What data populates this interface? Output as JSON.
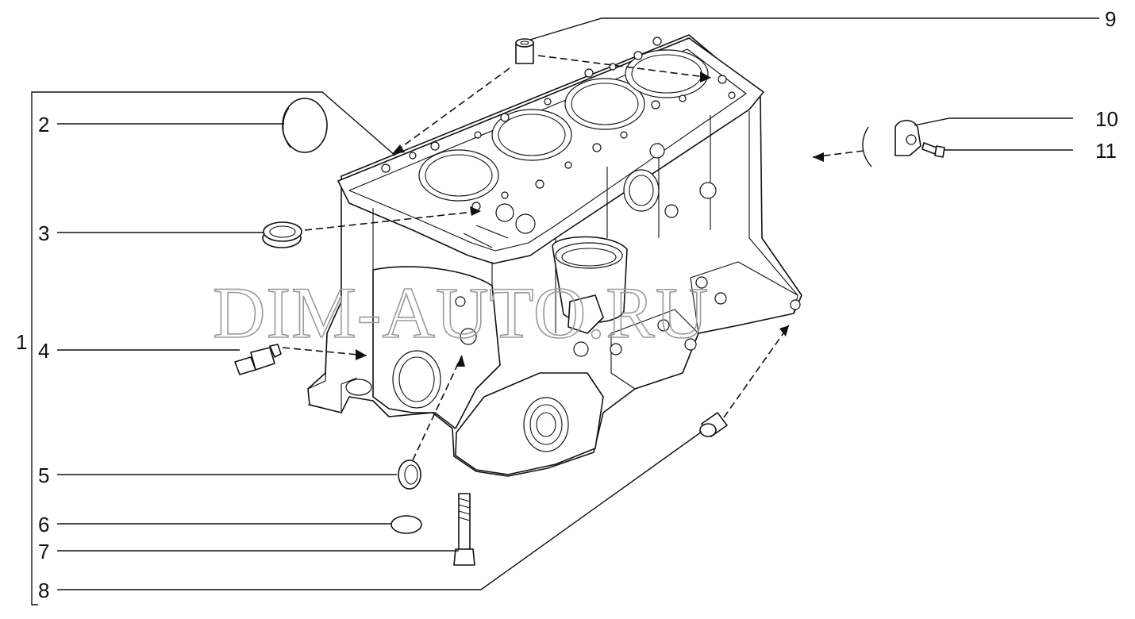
{
  "diagram": {
    "watermark": "DIM-AUTO.RU",
    "callouts": [
      {
        "id": "1",
        "label": "1"
      },
      {
        "id": "2",
        "label": "2"
      },
      {
        "id": "3",
        "label": "3"
      },
      {
        "id": "4",
        "label": "4"
      },
      {
        "id": "5",
        "label": "5"
      },
      {
        "id": "6",
        "label": "6"
      },
      {
        "id": "7",
        "label": "7"
      },
      {
        "id": "8",
        "label": "8"
      },
      {
        "id": "9",
        "label": "9"
      },
      {
        "id": "10",
        "label": "10"
      },
      {
        "id": "11",
        "label": "11"
      }
    ]
  }
}
